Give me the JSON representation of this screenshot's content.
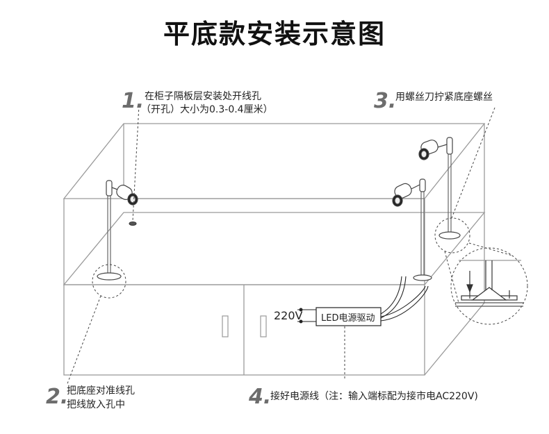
{
  "title": "平底款安装示意图",
  "steps": [
    {
      "number": "1.",
      "lines": [
        "在柜子隔板层安装处开线孔",
        "（开孔）大小为0.3-0.4厘米）"
      ]
    },
    {
      "number": "2.",
      "lines": [
        "把底座对准线孔",
        "把线放入孔中"
      ]
    },
    {
      "number": "3.",
      "lines": [
        "用螺丝刀拧紧底座螺丝"
      ]
    },
    {
      "number": "4.",
      "lines": [
        "接好电源线（注：输入端标配为接市电AC220V)"
      ]
    }
  ],
  "driver_label": "LED电源驱动",
  "voltage_label": "220V",
  "colors": {
    "line": "#999999",
    "dark": "#333333",
    "number": "#6d6d6d"
  },
  "icons": [
    "spotlight-icon",
    "spotlight-icon",
    "spotlight-icon",
    "drill-hole-icon",
    "screwdriver-icon"
  ]
}
